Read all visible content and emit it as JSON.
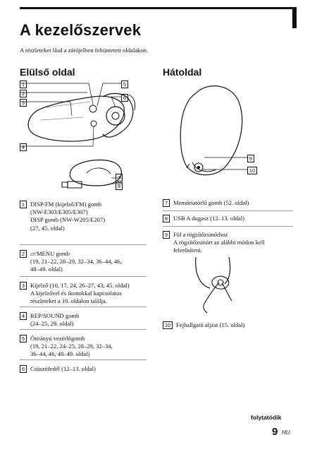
{
  "heading": {
    "title": "A kezelőszervek",
    "intro": "A részleteket lásd a zárójelben feltüntetett oldalakon."
  },
  "sections": {
    "front": "Elülső oldal",
    "back": "Hátoldal"
  },
  "callouts": {
    "front": [
      "1",
      "2",
      "3",
      "4",
      "5",
      "6"
    ],
    "front_bottom": [
      "7",
      "8"
    ],
    "back": [
      "9",
      "10"
    ]
  },
  "items_left": [
    {
      "num": "1",
      "lines": [
        "DISP/FM (kijelző/FM) gomb",
        "(NW-E303/E305/E307)",
        "DISP gomb (NW-W205/E207)",
        "(27, 45. oldal)"
      ]
    },
    {
      "num": "2",
      "lines": [
        "/MENU gomb",
        "(19, 21–22, 28–29, 32–34, 36–44, 46,",
        "48–49. oldal)"
      ]
    },
    {
      "num": "3",
      "lines": [
        "Kijelző (10, 17, 24, 26–27, 43, 45. oldal)",
        "A kijelzővel és ikonokkal kapcsolatos",
        "részleteket a 10. oldalon találja."
      ]
    },
    {
      "num": "4",
      "lines": [
        "REP/SOUND gomb",
        "(24–25, 29. oldal)"
      ]
    },
    {
      "num": "5",
      "lines": [
        "Ötirányú vezérlőgomb",
        "(19, 21–22, 24–25, 28–29, 32–34,",
        "36–44, 46, 48–49. oldal)"
      ]
    },
    {
      "num": "6",
      "lines": [
        "Csúszófedél (12–13. oldal)"
      ]
    }
  ],
  "items_right": [
    {
      "num": "7",
      "lines": [
        "Memóriatörlő gomb (52. oldal)"
      ]
    },
    {
      "num": "8",
      "lines": [
        "USB A dugasz (12–13. oldal)"
      ]
    },
    {
      "num": "9",
      "lines": [
        "Fül a rögzítőzsinórhoz",
        "A rögzítőzsinórt az alábbi módon kell",
        "felerősíteni."
      ]
    },
    {
      "num": "10",
      "lines": [
        "Fejhallgató aljzat (15. oldal)"
      ]
    }
  ],
  "footer": {
    "continued": "folytatódik",
    "page": "9",
    "suffix": "HU"
  }
}
